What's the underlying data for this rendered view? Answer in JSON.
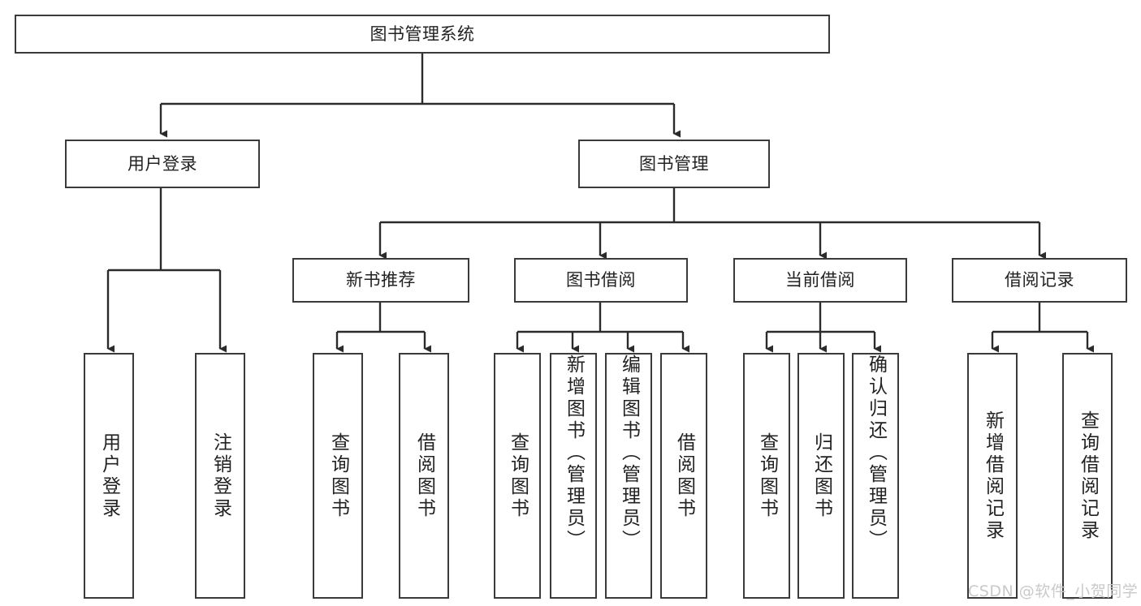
{
  "diagram": {
    "title": "图书管理系统",
    "type": "hierarchy-tree",
    "colors": {
      "box_border": "#3a3a3a",
      "box_fill": "#ffffff",
      "text": "#222222",
      "edge": "#2b2b2b",
      "watermark": "#c9c9c9",
      "background": "#ffffff"
    },
    "root": {
      "label": "图书管理系统"
    },
    "level2": [
      {
        "label": "用户登录"
      },
      {
        "label": "图书管理"
      }
    ],
    "level3": [
      {
        "label": "新书推荐"
      },
      {
        "label": "图书借阅"
      },
      {
        "label": "当前借阅"
      },
      {
        "label": "借阅记录"
      }
    ],
    "leaves": [
      {
        "label": "用户登录",
        "parent": "用户登录"
      },
      {
        "label": "注销登录",
        "parent": "用户登录"
      },
      {
        "label": "查询图书",
        "parent": "新书推荐"
      },
      {
        "label": "借阅图书",
        "parent": "新书推荐"
      },
      {
        "label": "查询图书",
        "parent": "图书借阅"
      },
      {
        "label": "新增图书（管理员）",
        "parent": "图书借阅"
      },
      {
        "label": "编辑图书（管理员）",
        "parent": "图书借阅"
      },
      {
        "label": "借阅图书",
        "parent": "图书借阅"
      },
      {
        "label": "查询图书",
        "parent": "当前借阅"
      },
      {
        "label": "归还图书",
        "parent": "当前借阅"
      },
      {
        "label": "确认归还（管理员）",
        "parent": "当前借阅"
      },
      {
        "label": "新增借阅记录",
        "parent": "借阅记录"
      },
      {
        "label": "查询借阅记录",
        "parent": "借阅记录"
      }
    ]
  },
  "watermark": {
    "text": "CSDN @软件_小贺同学"
  }
}
